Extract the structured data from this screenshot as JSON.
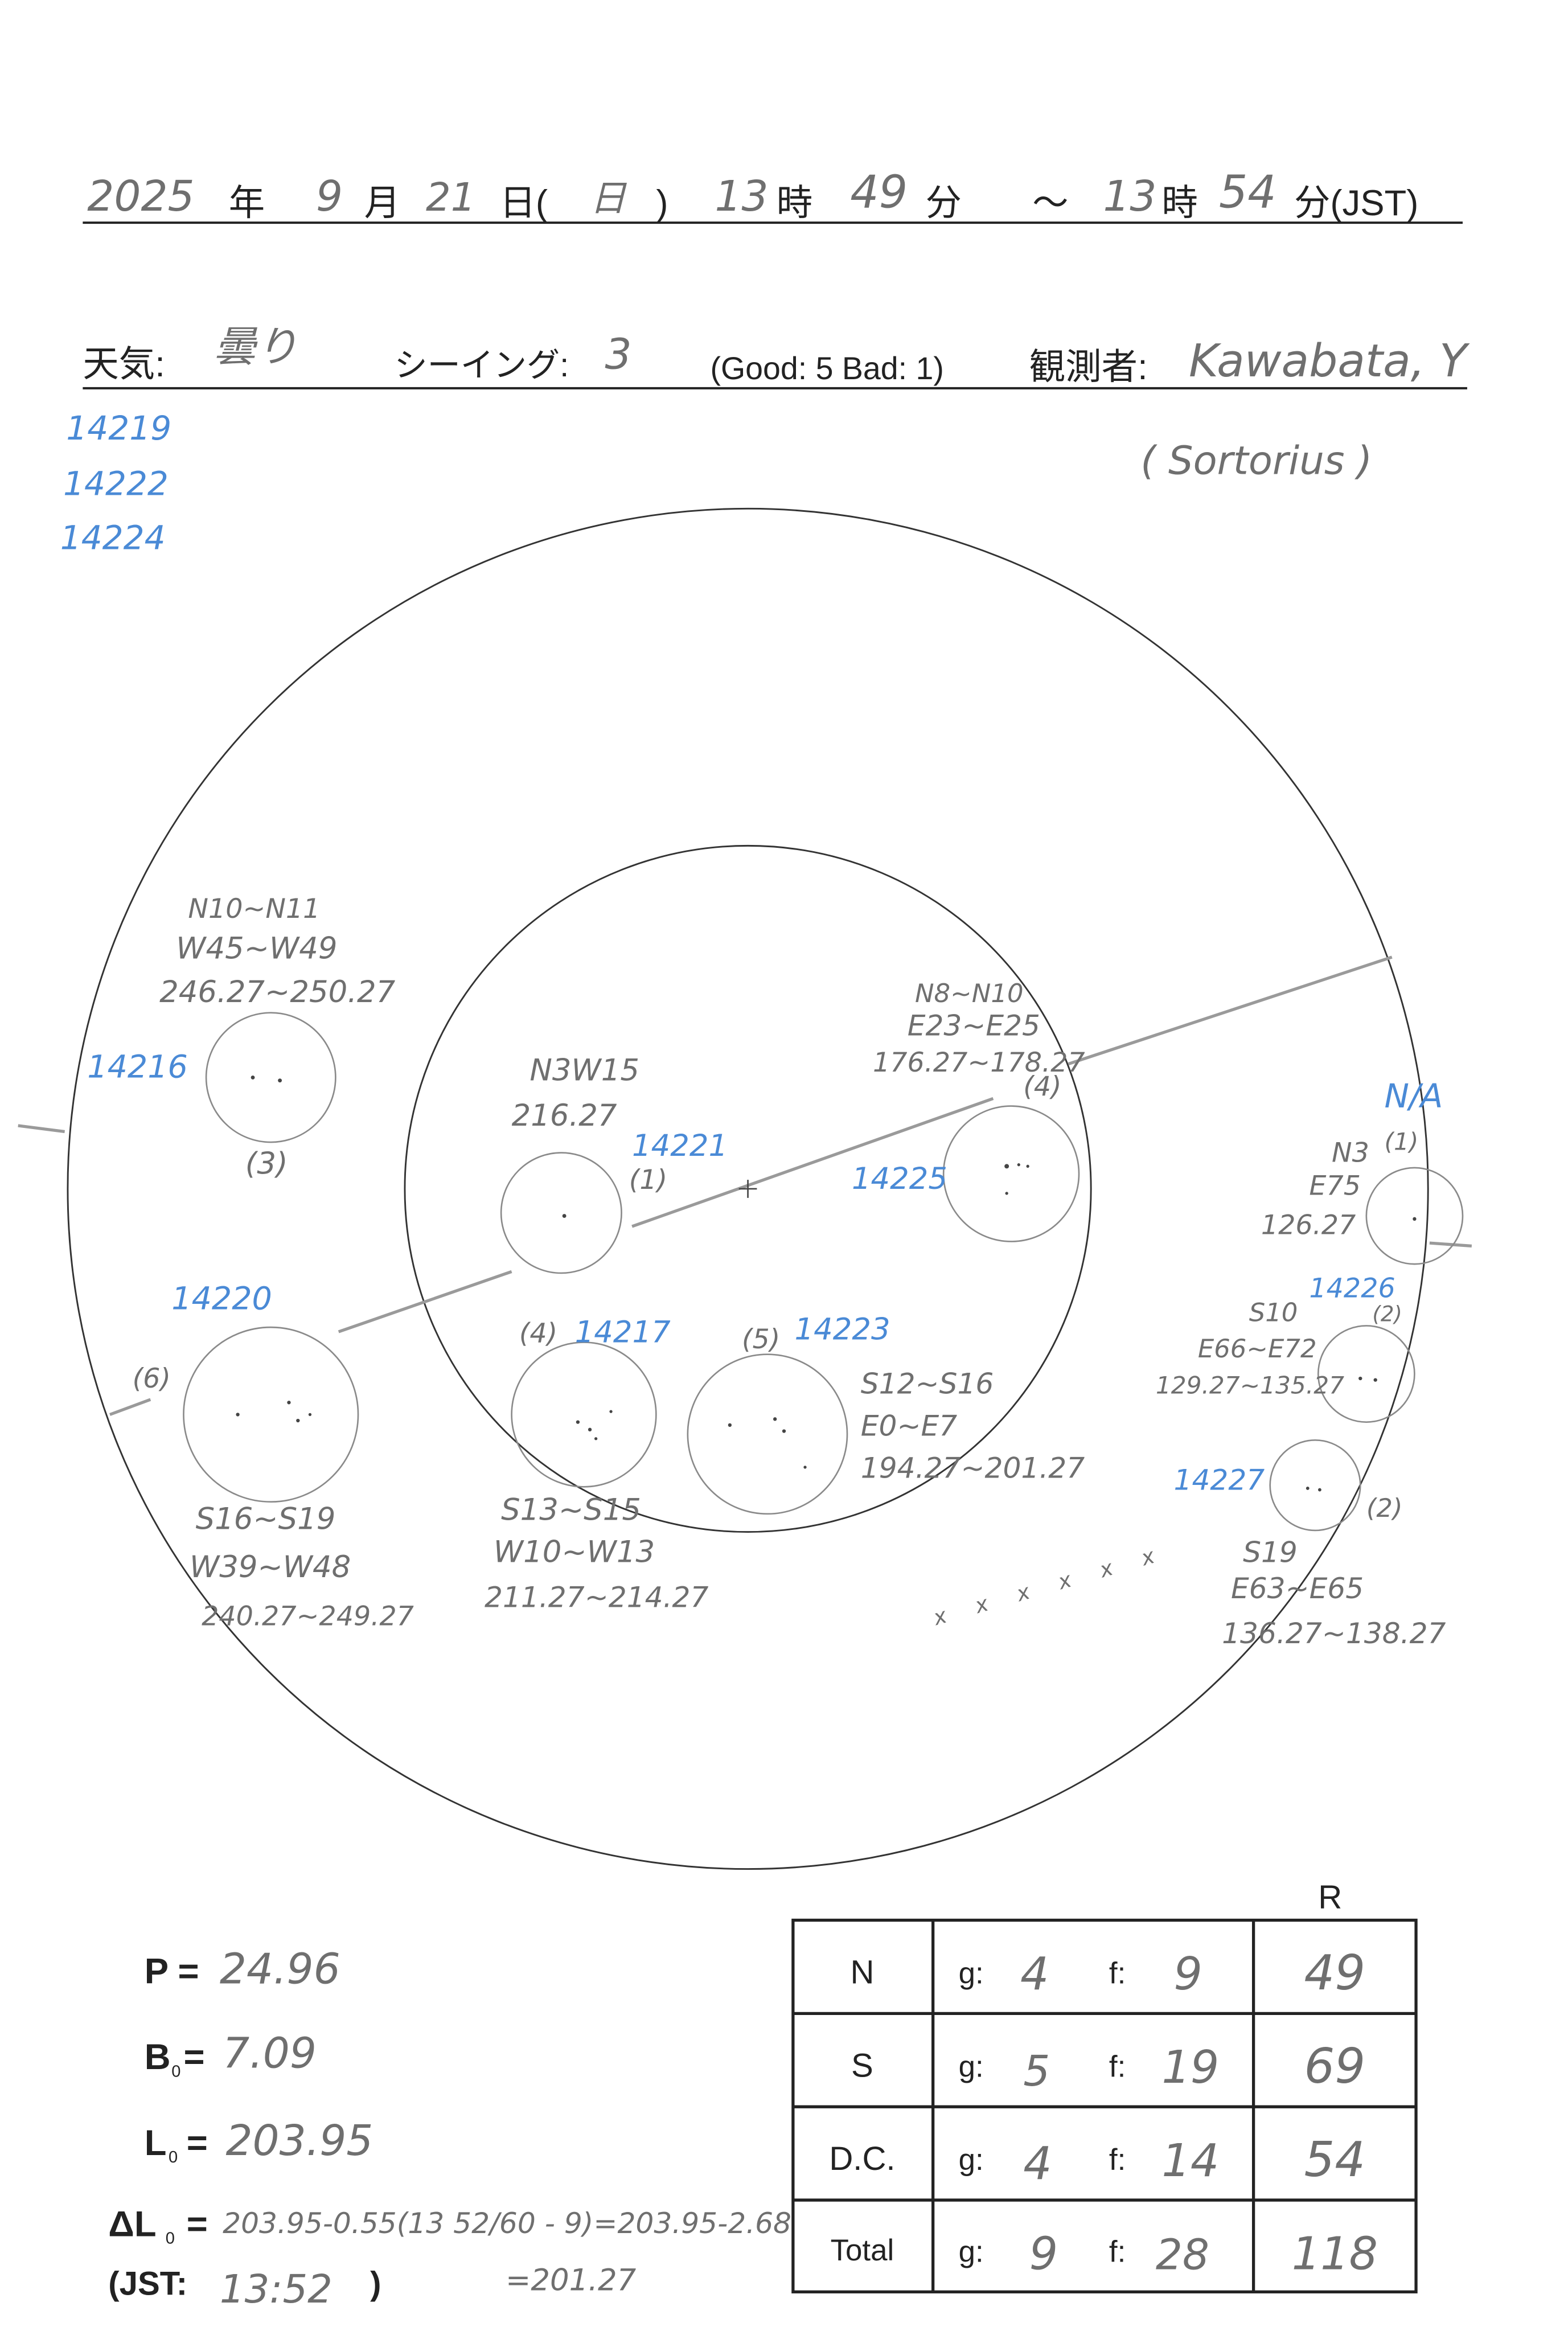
{
  "header": {
    "year": "2025",
    "year_label": "年",
    "month": "9",
    "month_label": "月",
    "day": "21",
    "day_label": "日(",
    "weekday": "日",
    "weekday_close": ")",
    "start_hour": "13",
    "hour_label": "時",
    "start_min": "49",
    "min_label": "分",
    "tilde": "～",
    "end_hour": "13",
    "end_hour_label": "時",
    "end_min": "54",
    "end_min_label": "分(JST)"
  },
  "conditions": {
    "weather_label": "天気:",
    "weather": "曇り",
    "seeing_label": "シーイング:",
    "seeing": "3",
    "seeing_scale": "(Good: 5  Bad: 1)",
    "observer_label": "観測者:",
    "observer": "Kawabata, Y",
    "instrument": "( Sortorius )"
  },
  "side_regions": [
    "14219",
    "14222",
    "14224"
  ],
  "groups": [
    {
      "region": "14216",
      "lat": "N10~N11",
      "lon": "W45~W49",
      "carr": "246.27~250.27",
      "count": "(3)"
    },
    {
      "region": "14221",
      "lat": "N3W15",
      "carr": "216.27",
      "count": "(1)"
    },
    {
      "region": "14225",
      "lat": "N8~N10",
      "lon": "E23~E25",
      "carr": "176.27~178.27",
      "count": "(4)"
    },
    {
      "region": "N/A",
      "lat": "N3",
      "lon": "E75",
      "carr": "126.27",
      "count": "(1)"
    },
    {
      "region": "14220",
      "lat": "S16~S19",
      "lon": "W39~W48",
      "carr": "240.27~249.27",
      "count": "(6)"
    },
    {
      "region": "14217",
      "lat": "S13~S15",
      "lon": "W10~W13",
      "carr": "211.27~214.27",
      "count": "(4)"
    },
    {
      "region": "14223",
      "lat": "S12~S16",
      "lon": "E0~E7",
      "carr": "194.27~201.27",
      "count": "(5)"
    },
    {
      "region": "14226",
      "lat": "S10",
      "lon": "E66~E72",
      "carr": "129.27~135.27",
      "count": "(2)"
    },
    {
      "region": "14227",
      "lat": "S19",
      "lon": "E63~E65",
      "carr": "136.27~138.27",
      "count": "(2)"
    }
  ],
  "crosses": "x  x  x  x  x  x",
  "params": {
    "p_label": "P =",
    "p": "24.96",
    "b0_label": "B",
    "b0": "7.09",
    "l0_label": "L",
    "l0": "203.95",
    "dl0_label": "ΔL",
    "dl0": "203.95-0.55(13 52/60 - 9)=203.95-2.68",
    "dl0_result": "=201.27",
    "jst_label": "(JST:",
    "jst": "13:52",
    "jst_close": ")",
    "sub0": "0",
    "eq": "="
  },
  "table": {
    "r_header": "R",
    "rows": [
      {
        "label": "N",
        "g": "4",
        "f": "9",
        "r": "49"
      },
      {
        "label": "S",
        "g": "5",
        "f": "19",
        "r": "69"
      },
      {
        "label": "D.C.",
        "g": "4",
        "f": "14",
        "r": "54"
      },
      {
        "label": "Total",
        "g": "9",
        "f": "28",
        "r": "118"
      }
    ],
    "g_label": "g:",
    "f_label": "f:"
  }
}
